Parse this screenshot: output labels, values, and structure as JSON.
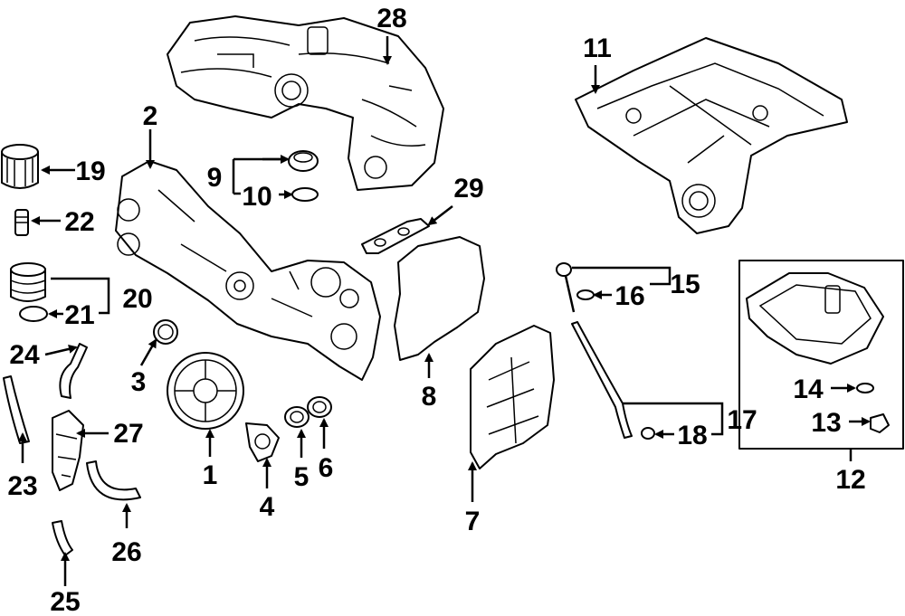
{
  "diagram": {
    "callouts": {
      "c1": "1",
      "c2": "2",
      "c3": "3",
      "c4": "4",
      "c5": "5",
      "c6": "6",
      "c7": "7",
      "c8": "8",
      "c9": "9",
      "c10": "10",
      "c11": "11",
      "c12": "12",
      "c13": "13",
      "c14": "14",
      "c15": "15",
      "c16": "16",
      "c17": "17",
      "c18": "18",
      "c19": "19",
      "c20": "20",
      "c21": "21",
      "c22": "22",
      "c23": "23",
      "c24": "24",
      "c25": "25",
      "c26": "26",
      "c27": "27",
      "c28": "28",
      "c29": "29"
    }
  }
}
